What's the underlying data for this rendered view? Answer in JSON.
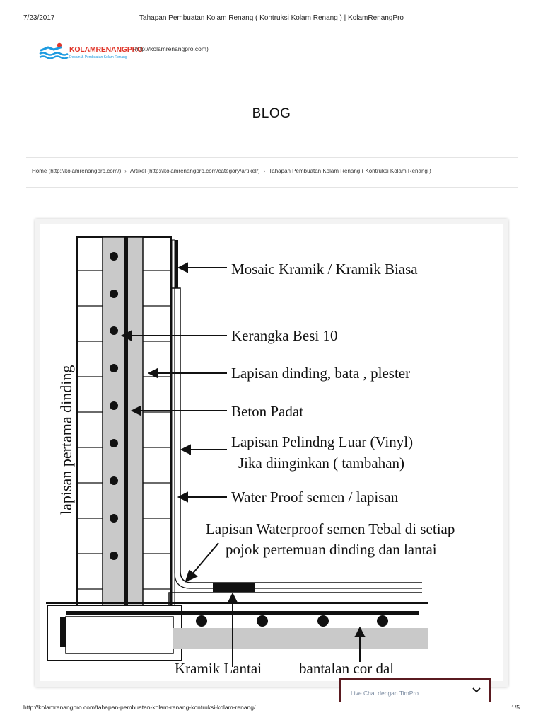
{
  "print_header": {
    "date": "7/23/2017",
    "title": "Tahapan Pembuatan Kolam Renang ( Kontruksi Kolam Renang ) | KolamRenangPro"
  },
  "site": {
    "logo_name": "KOLAMRENANGPRO",
    "logo_tagline": "Desain & Pembuatan Kolam Renang",
    "logo_url": "(http://kolamrenangpro.com)",
    "brand_red": "#e0362a",
    "brand_blue": "#1d9be0"
  },
  "page_title": "BLOG",
  "breadcrumb": [
    "Home (http://kolamrenangpro.com/)",
    "Artikel (http://kolamrenangpro.com/category/artikel/)",
    "Tahapan Pembuatan Kolam Renang ( Kontruksi Kolam Renang )"
  ],
  "breadcrumb_separator": "›",
  "diagram": {
    "vertical_label": "lapisan pertama dinding",
    "labels": {
      "mosaic": "Mosaic Kramik / Kramik Biasa",
      "kerangka": "Kerangka Besi 10",
      "lapisan_dinding": "Lapisan dinding, bata , plester",
      "beton": "Beton Padat",
      "pelindung_1": "Lapisan Pelindng Luar (Vinyl)",
      "pelindung_2": "Jika diinginkan ( tambahan)",
      "waterproof": "Water Proof semen / lapisan",
      "pojok_1": "Lapisan Waterproof semen Tebal di setiap",
      "pojok_2": "pojok pertemuan dinding dan lantai",
      "kramik_lantai": "Kramik Lantai",
      "bantalan": "bantalan cor dal"
    }
  },
  "chat": {
    "label": "Live Chat dengan TimPro",
    "icon": "chevron-down-icon"
  },
  "print_footer": {
    "url": "http://kolamrenangpro.com/tahapan-pembuatan-kolam-renang-kontruksi-kolam-renang/",
    "page": "1/5"
  }
}
